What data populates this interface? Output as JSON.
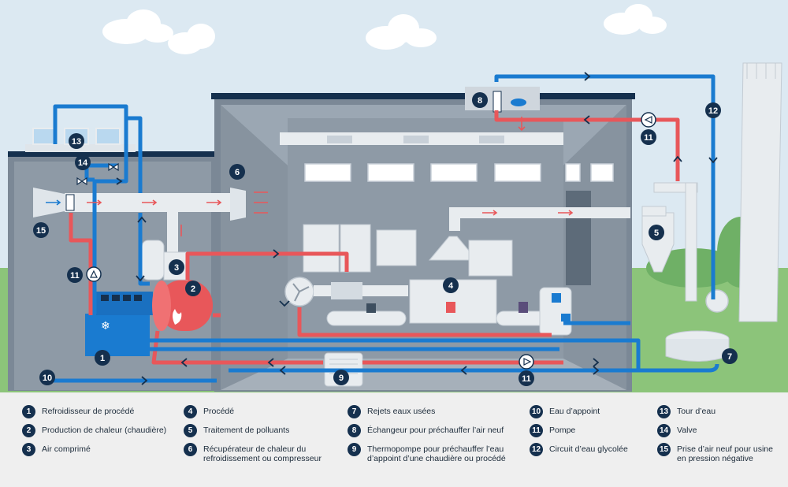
{
  "legend": [
    {
      "n": "1",
      "text": "Refroidisseur de procédé"
    },
    {
      "n": "2",
      "text": "Production de chaleur (chaudière)"
    },
    {
      "n": "3",
      "text": "Air comprimé"
    },
    {
      "n": "4",
      "text": "Procédé"
    },
    {
      "n": "5",
      "text": "Traitement de polluants"
    },
    {
      "n": "6",
      "text": "Récupérateur de chaleur du refroidissement ou compresseur"
    },
    {
      "n": "7",
      "text": "Rejets eaux usées"
    },
    {
      "n": "8",
      "text": "Échangeur pour préchauffer l’air neuf"
    },
    {
      "n": "9",
      "text": "Thermopompe pour préchauffer l’eau d’appoint d’une chaudière ou procédé"
    },
    {
      "n": "10",
      "text": "Eau d’appoint"
    },
    {
      "n": "11",
      "text": "Pompe"
    },
    {
      "n": "12",
      "text": "Circuit d’eau glycolée"
    },
    {
      "n": "13",
      "text": "Tour d’eau"
    },
    {
      "n": "14",
      "text": "Valve"
    },
    {
      "n": "15",
      "text": "Prise d’air neuf pour usine en pression négative"
    }
  ],
  "badges": {
    "b1": "1",
    "b2": "2",
    "b3": "3",
    "b4": "4",
    "b5": "5",
    "b6": "6",
    "b7": "7",
    "b8": "8",
    "b9": "9",
    "b10": "10",
    "b11a": "11",
    "b11b": "11",
    "b11c": "11",
    "b12": "12",
    "b13": "13",
    "b14": "14",
    "b15": "15"
  },
  "colors": {
    "cold": "#1a7bd0",
    "hot": "#e8575a",
    "navy": "#15304e",
    "wall": "#8e9aa6",
    "building": "#7b8896",
    "grass": "#8cc47a",
    "sky": "#dce9f2"
  },
  "icons": [
    "snowflake-icon",
    "flame-icon",
    "fan-icon",
    "pump-icon",
    "valve-icon",
    "cloud-icon"
  ]
}
